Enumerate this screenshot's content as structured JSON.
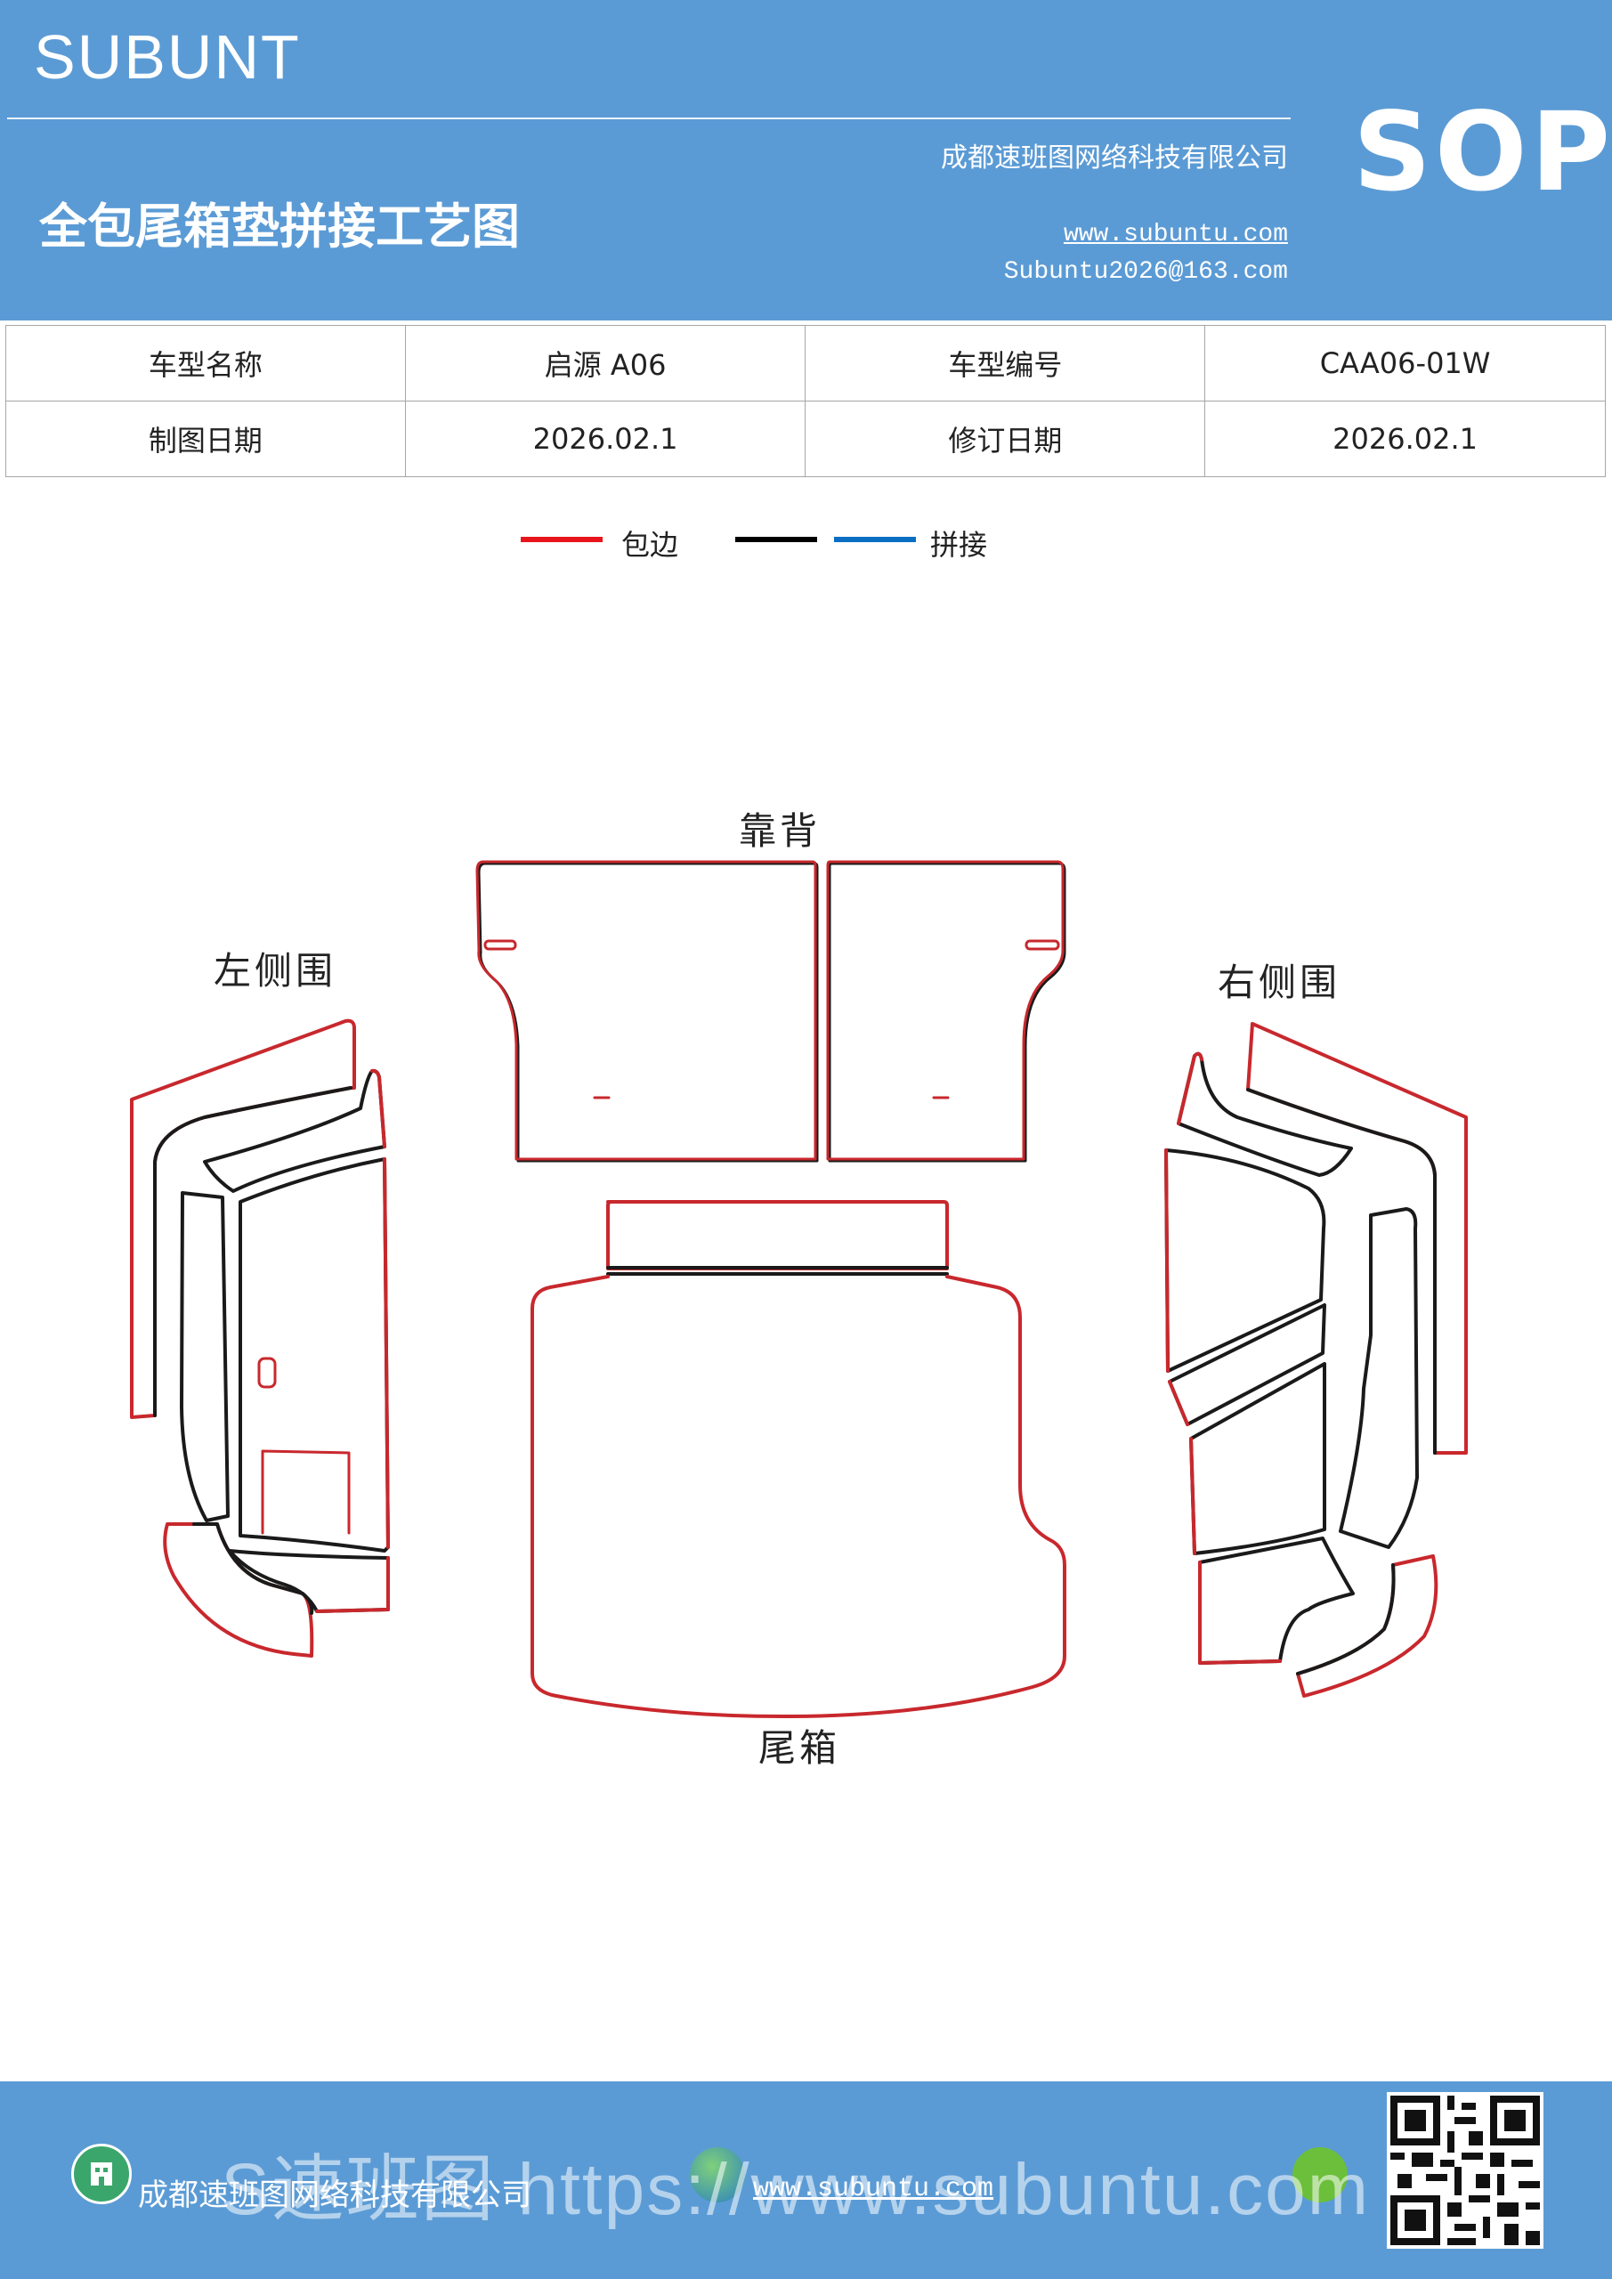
{
  "header": {
    "brand": "SUBUNT",
    "title": "全包尾箱垫拼接工艺图",
    "company": "成都速班图网络科技有限公司",
    "website": "www.subuntu.com",
    "email": "Subuntu2026@163.com",
    "badge": "SOP"
  },
  "info_table": {
    "rows": [
      [
        "车型名称",
        "启源 A06",
        "车型编号",
        "CAA06-01W"
      ],
      [
        "制图日期",
        "2026.02.1",
        "修订日期",
        "2026.02.1"
      ]
    ]
  },
  "legend": {
    "items": [
      {
        "label": "包边",
        "color": "#e8141b"
      },
      {
        "label": "",
        "color": "#000000"
      },
      {
        "label": "拼接",
        "color": "#0a6fc2"
      }
    ]
  },
  "diagram": {
    "labels": {
      "backrest": "靠背",
      "left_side": "左侧围",
      "right_side": "右侧围",
      "trunk": "尾箱"
    },
    "colors": {
      "edge": "#c8282d",
      "seam": "#1a1a1a"
    }
  },
  "footer": {
    "company": "成都速班图网络科技有限公司",
    "website": "www.subuntu.com",
    "watermark": "S速班图 https://www.subuntu.com"
  }
}
